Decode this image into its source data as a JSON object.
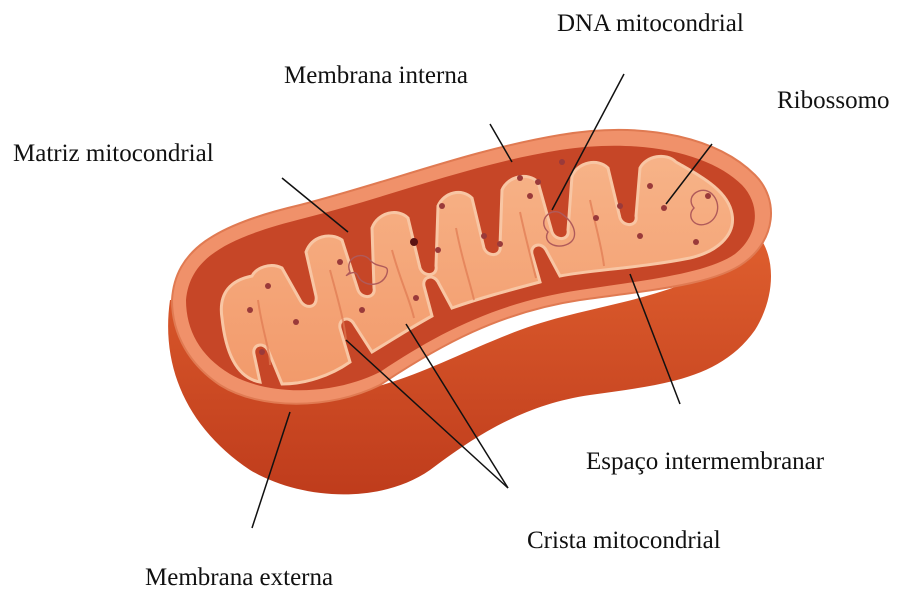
{
  "labels": {
    "dna": "DNA mitocondrial",
    "membrana_interna": "Membrana interna",
    "ribossomo": "Ribossomo",
    "matriz": "Matriz mitocondrial",
    "espaco": "Espaço intermembranar",
    "crista": "Crista mitocondrial",
    "membrana_externa": "Membrana externa"
  },
  "colors": {
    "outer_dark": "#b8361a",
    "outer_mid": "#d9532b",
    "outer_light": "#ee7a4f",
    "rim": "#f3a072",
    "cavity": "#c84a28",
    "cristae": "#f6a77a",
    "cristae_edge": "#f8c3a0",
    "matrix_dot": "#9a3a3a",
    "dna": "#b05a5a",
    "leader": "#111111"
  }
}
